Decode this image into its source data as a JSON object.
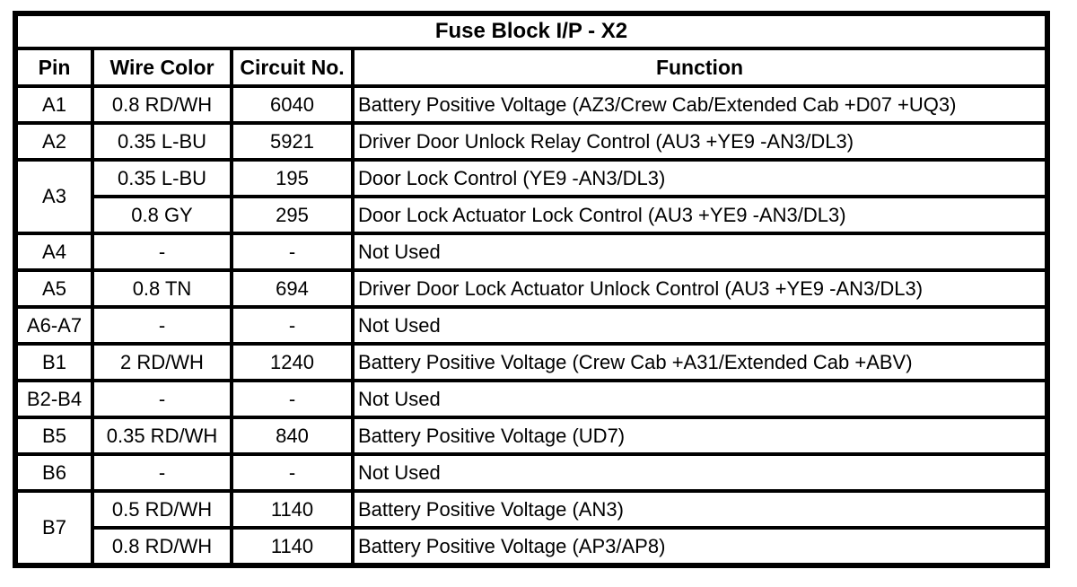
{
  "table": {
    "title": "Fuse Block I/P - X2",
    "headers": [
      "Pin",
      "Wire Color",
      "Circuit No.",
      "Function"
    ],
    "rows": [
      {
        "pin": "A1",
        "entries": [
          {
            "wire": "0.8 RD/WH",
            "circuit": "6040",
            "function": "Battery Positive Voltage (AZ3/Crew Cab/Extended Cab +D07 +UQ3)"
          }
        ]
      },
      {
        "pin": "A2",
        "entries": [
          {
            "wire": "0.35 L-BU",
            "circuit": "5921",
            "function": "Driver Door Unlock Relay Control (AU3 +YE9 -AN3/DL3)"
          }
        ]
      },
      {
        "pin": "A3",
        "entries": [
          {
            "wire": "0.35 L-BU",
            "circuit": "195",
            "function": "Door Lock Control (YE9 -AN3/DL3)"
          },
          {
            "wire": "0.8 GY",
            "circuit": "295",
            "function": "Door Lock Actuator Lock Control (AU3 +YE9 -AN3/DL3)"
          }
        ]
      },
      {
        "pin": "A4",
        "entries": [
          {
            "wire": "-",
            "circuit": "-",
            "function": "Not Used"
          }
        ]
      },
      {
        "pin": "A5",
        "entries": [
          {
            "wire": "0.8 TN",
            "circuit": "694",
            "function": "Driver Door Lock Actuator Unlock Control (AU3 +YE9 -AN3/DL3)"
          }
        ]
      },
      {
        "pin": "A6-A7",
        "entries": [
          {
            "wire": "-",
            "circuit": "-",
            "function": "Not Used"
          }
        ]
      },
      {
        "pin": "B1",
        "entries": [
          {
            "wire": "2 RD/WH",
            "circuit": "1240",
            "function": "Battery Positive Voltage (Crew Cab +A31/Extended Cab +ABV)"
          }
        ]
      },
      {
        "pin": "B2-B4",
        "entries": [
          {
            "wire": "-",
            "circuit": "-",
            "function": "Not Used"
          }
        ]
      },
      {
        "pin": "B5",
        "entries": [
          {
            "wire": "0.35 RD/WH",
            "circuit": "840",
            "function": "Battery Positive Voltage (UD7)"
          }
        ]
      },
      {
        "pin": "B6",
        "entries": [
          {
            "wire": "-",
            "circuit": "-",
            "function": "Not Used"
          }
        ]
      },
      {
        "pin": "B7",
        "entries": [
          {
            "wire": "0.5 RD/WH",
            "circuit": "1140",
            "function": "Battery Positive Voltage (AN3)"
          },
          {
            "wire": "0.8 RD/WH",
            "circuit": "1140",
            "function": "Battery Positive Voltage (AP3/AP8)"
          }
        ]
      }
    ]
  }
}
